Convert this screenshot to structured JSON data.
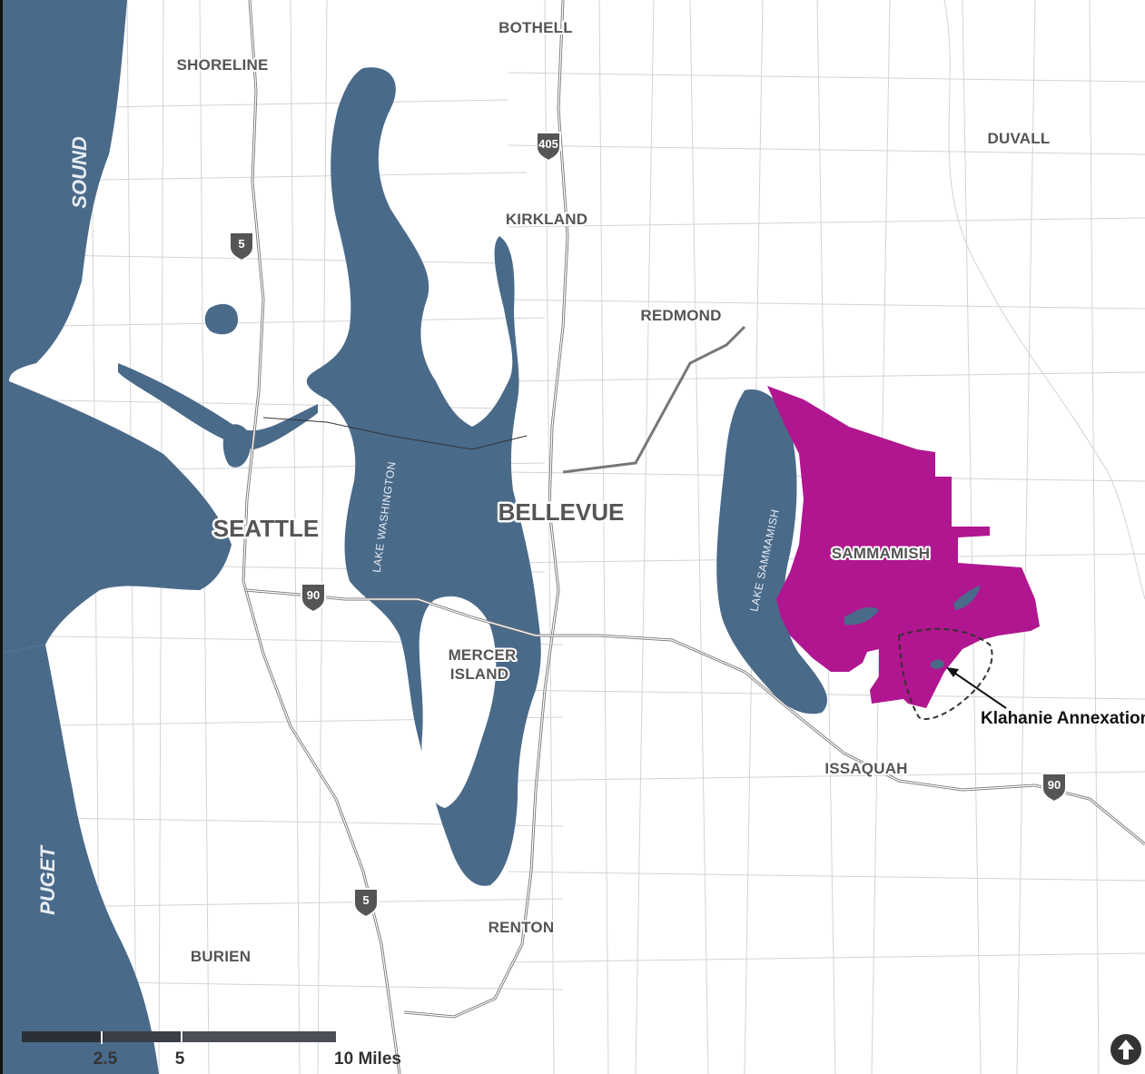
{
  "map": {
    "cities": [
      {
        "name": "BOTHELL"
      },
      {
        "name": "SHORELINE"
      },
      {
        "name": "DUVALL"
      },
      {
        "name": "KIRKLAND"
      },
      {
        "name": "REDMOND"
      },
      {
        "name": "SEATTLE"
      },
      {
        "name": "BELLEVUE"
      },
      {
        "name": "SAMMAMISH"
      },
      {
        "name": "MERCER"
      },
      {
        "name": "ISLAND"
      },
      {
        "name": "ISSAQUAH"
      },
      {
        "name": "RENTON"
      },
      {
        "name": "BURIEN"
      }
    ],
    "water_labels": {
      "sound": "SOUND",
      "puget": "PUGET",
      "lake_washington": "LAKE WASHINGTON",
      "lake_sammamish": "LAKE SAMMAMISH"
    },
    "highways": [
      {
        "number": "405"
      },
      {
        "number": "5"
      },
      {
        "number": "90"
      },
      {
        "number": "90"
      },
      {
        "number": "5"
      }
    ],
    "callout": "Klahanie Annexation",
    "scale_bar": {
      "labels": [
        "2.5",
        "5",
        "10 Miles"
      ]
    },
    "north_arrow": "north-arrow-icon",
    "colors": {
      "water": "#4a6a8a",
      "highlight_area": "#b0168f",
      "land": "#ffffff"
    }
  }
}
